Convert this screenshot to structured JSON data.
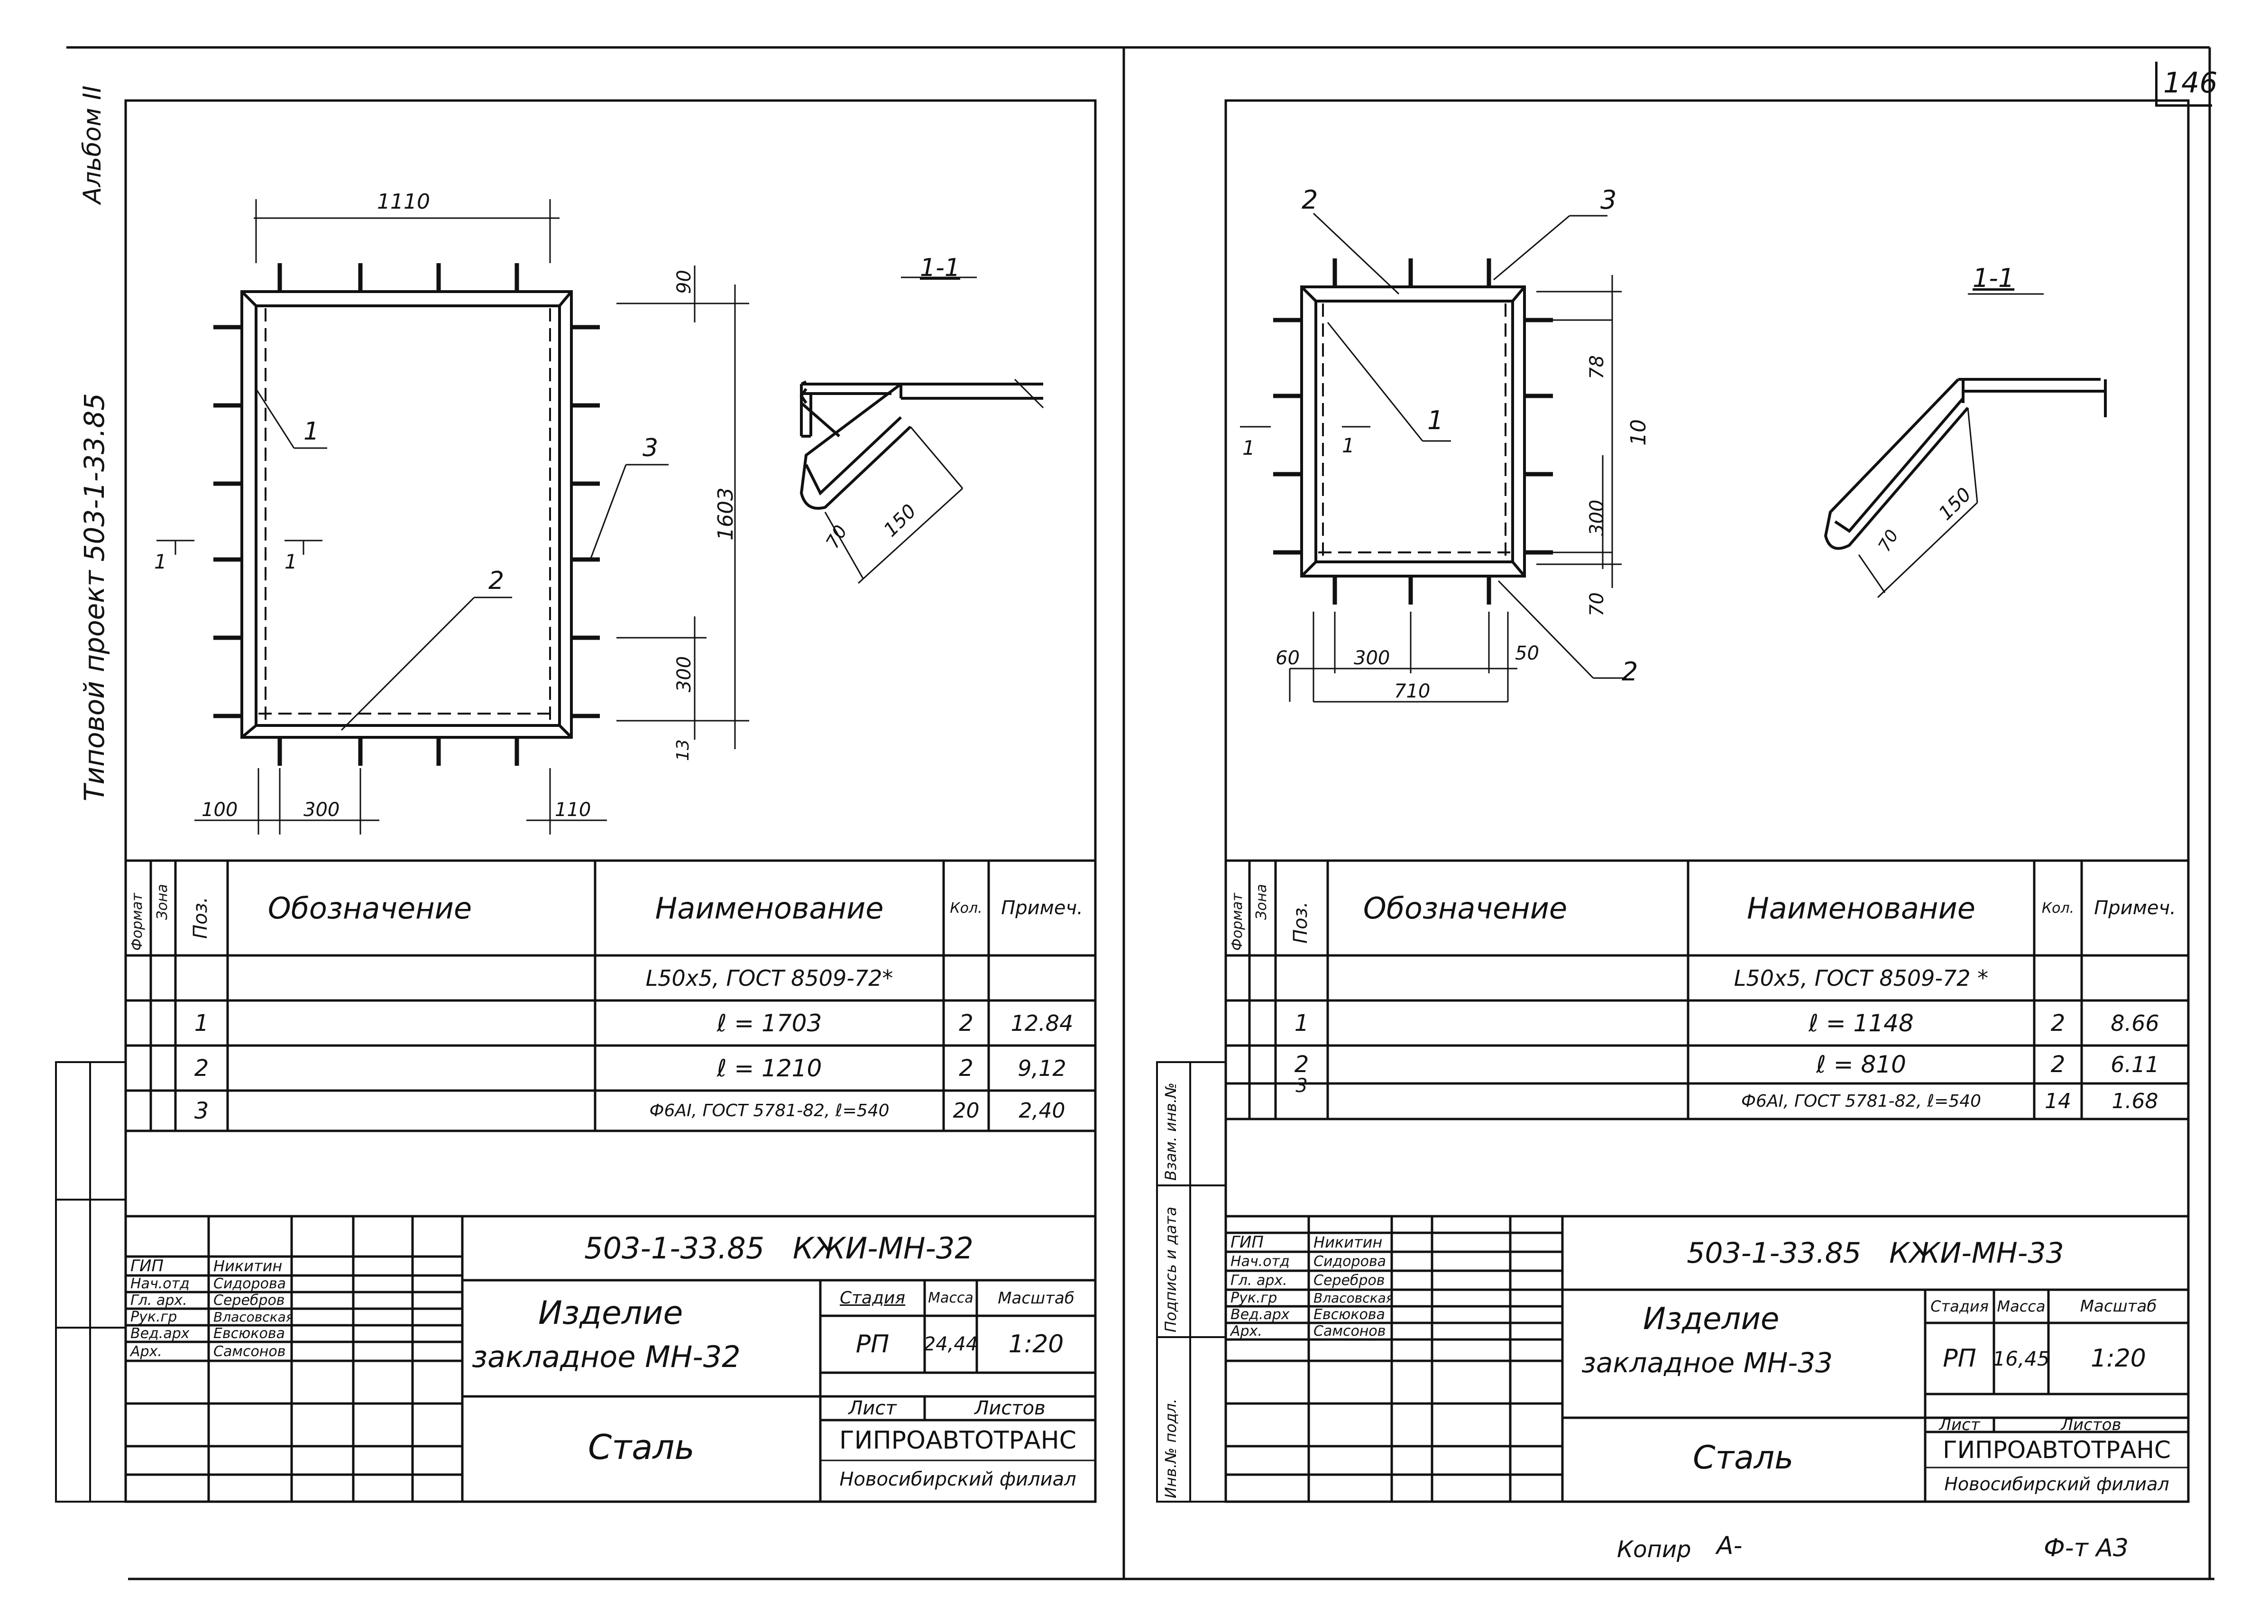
{
  "page_number": "146",
  "side_note": {
    "project": "Типовой проект 503-1-33.85",
    "album": "Альбом II"
  },
  "bottom_notes": {
    "copy": "Копир",
    "copy_sign": "А-",
    "format": "Ф-т А3"
  },
  "sheets": [
    {
      "id": "left",
      "section_label": "1-1",
      "section_marks": [
        "1",
        "1"
      ],
      "positions": [
        "1",
        "2",
        "3"
      ],
      "dimensions": {
        "top": "1110",
        "right_total": "1603",
        "right_top": "90",
        "right_step": "300",
        "right_bottom": "13",
        "bottom_left": "100",
        "bottom_step": "300",
        "bottom_right": "110",
        "section_a": "70",
        "section_b": "150"
      },
      "table": {
        "headers": [
          "Формат",
          "Зона",
          "Поз.",
          "Обозначение",
          "Наименование",
          "Кол.",
          "Примеч."
        ],
        "rows": [
          {
            "pos": "",
            "name": "L50x5, ГОСТ 8509-72*",
            "qty": "",
            "note": ""
          },
          {
            "pos": "1",
            "name": "ℓ = 1703",
            "qty": "2",
            "note": "12.84"
          },
          {
            "pos": "2",
            "name": "ℓ = 1210",
            "qty": "2",
            "note": "9,12"
          },
          {
            "pos": "3",
            "name": "Ф6АI, ГОСТ 5781-82, ℓ=540",
            "qty": "20",
            "note": "2,40"
          }
        ]
      },
      "title_block": {
        "code": "503-1-33.85 КЖИ-МН-32",
        "people": [
          {
            "role": "ГИП",
            "name": "Никитин"
          },
          {
            "role": "Нач.отд",
            "name": "Сидорова"
          },
          {
            "role": "Гл. арх.",
            "name": "Серебров"
          },
          {
            "role": "Рук.гр",
            "name": "Власовская"
          },
          {
            "role": "Вед.арх",
            "name": "Евсюкова"
          },
          {
            "role": "Арх.",
            "name": "Самсонов"
          }
        ],
        "title_line1": "Изделие",
        "title_line2": "закладное МН-32",
        "stage_label": "Стадия",
        "mass_label": "Масса",
        "scale_label": "Масштаб",
        "stage": "РП",
        "mass": "24,44",
        "scale": "1:20",
        "sheet_label": "Лист",
        "sheets_label": "Листов",
        "material": "Сталь",
        "org_line1": "ГИПРОАВТОТРАНС",
        "org_line2": "Новосибирский филиал"
      }
    },
    {
      "id": "right",
      "section_label": "1-1",
      "section_marks": [
        "1",
        "1"
      ],
      "positions": [
        "1",
        "2",
        "3",
        "2"
      ],
      "dimensions": {
        "right_top": "78",
        "right_total": "10",
        "right_step": "300",
        "right_bottom": "70",
        "bottom_left": "60",
        "bottom_step": "300",
        "bottom_right": "50",
        "bottom_total": "710",
        "section_a": "70",
        "section_b": "150"
      },
      "table": {
        "headers": [
          "Формат",
          "Зона",
          "Поз.",
          "Обозначение",
          "Наименование",
          "Кол.",
          "Примеч."
        ],
        "rows": [
          {
            "pos": "",
            "name": "L50x5, ГОСТ 8509-72 *",
            "qty": "",
            "note": ""
          },
          {
            "pos": "1",
            "name": "ℓ = 1148",
            "qty": "2",
            "note": "8.66"
          },
          {
            "pos": "2",
            "name": "ℓ = 810",
            "qty": "2",
            "note": "6.11"
          },
          {
            "pos": "3",
            "name": "Ф6АI, ГОСТ 5781-82, ℓ=540",
            "qty": "14",
            "note": "1.68"
          }
        ]
      },
      "side_labels": [
        "Взам. инв.№",
        "Подпись и дата",
        "Инв.№ подл."
      ],
      "title_block": {
        "code": "503-1-33.85 КЖИ-МН-33",
        "people": [
          {
            "role": "ГИП",
            "name": "Никитин"
          },
          {
            "role": "Нач.отд",
            "name": "Сидорова"
          },
          {
            "role": "Гл. арх.",
            "name": "Серебров"
          },
          {
            "role": "Рук.гр",
            "name": "Власовская"
          },
          {
            "role": "Вед.арх",
            "name": "Евсюкова"
          },
          {
            "role": "Арх.",
            "name": "Самсонов"
          }
        ],
        "title_line1": "Изделие",
        "title_line2": "закладное МН-33",
        "stage_label": "Стадия",
        "mass_label": "Масса",
        "scale_label": "Масштаб",
        "stage": "РП",
        "mass": "16,45",
        "scale": "1:20",
        "sheet_label": "Лист",
        "sheets_label": "Листов",
        "material": "Сталь",
        "org_line1": "ГИПРОАВТОТРАНС",
        "org_line2": "Новосибирский филиал"
      }
    }
  ]
}
